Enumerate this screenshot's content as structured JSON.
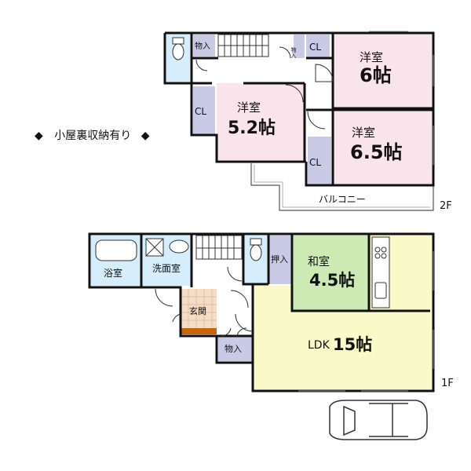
{
  "colors": {
    "wall": "#111111",
    "yoshitsu": "#f8e4ea",
    "closet": "#c9cbe6",
    "bath": "#d6eefb",
    "washitsu": "#cde9b4",
    "ldk": "#fafac8",
    "genkan_floor": "#f5dcc4",
    "genkan_step": "#c8650a",
    "stairs": "#ffffff"
  },
  "note": {
    "text": "小屋裏収納有り",
    "bullet_left": "◆",
    "bullet_right": "◆"
  },
  "floor2": {
    "label": "2F",
    "rooms": {
      "room6": {
        "name": "洋室",
        "size": "6帖"
      },
      "room52": {
        "name": "洋室",
        "size": "5.2帖"
      },
      "room65": {
        "name": "洋室",
        "size": "6.5帖"
      },
      "cl_a": "CL",
      "cl_b": "CL",
      "cl_c": "CL",
      "storage": "物入",
      "storage_small": "物入"
    },
    "balcony": "バルコニー"
  },
  "floor1": {
    "label": "1F",
    "rooms": {
      "bath": "浴室",
      "washroom": "洗面室",
      "genkan": "玄関",
      "storage": "物入",
      "oshiire": "押入",
      "washitsu": {
        "name": "和室",
        "size": "4.5帖"
      },
      "ldk": {
        "name": "LDK",
        "size": "15帖"
      }
    }
  }
}
